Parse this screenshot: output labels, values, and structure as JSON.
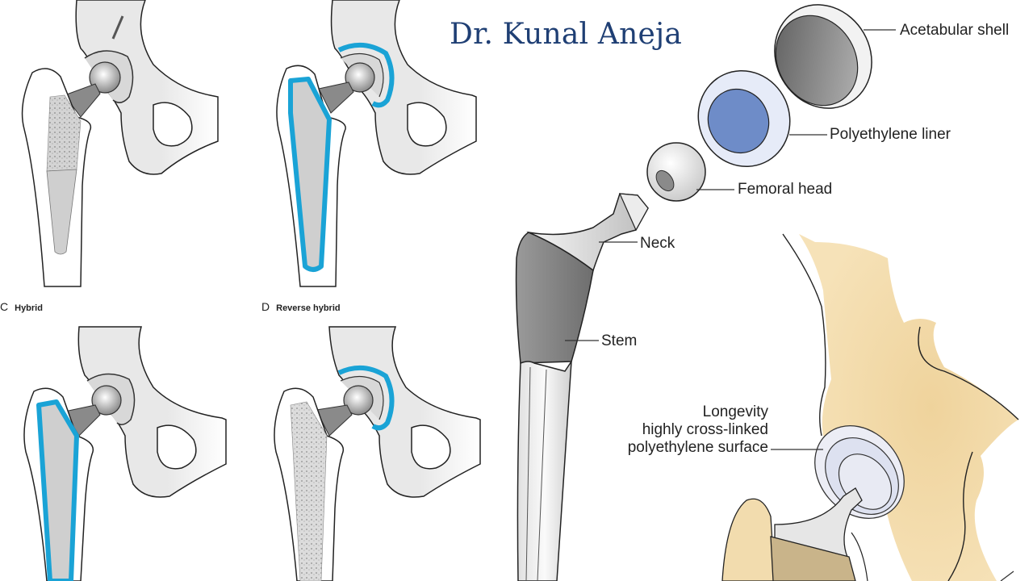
{
  "header": {
    "title": "Dr. Kunal Aneja"
  },
  "left_figure": {
    "panels": [
      {
        "id": "A",
        "letter": "",
        "label": "",
        "type": "uncemented"
      },
      {
        "id": "B",
        "letter": "",
        "label": "",
        "type": "cemented"
      },
      {
        "id": "C",
        "letter": "C",
        "label": "Hybrid",
        "type": "hybrid"
      },
      {
        "id": "D",
        "letter": "D",
        "label": "Reverse hybrid",
        "type": "reverse-hybrid"
      }
    ]
  },
  "right_figure": {
    "callouts": {
      "acetabular_shell": "Acetabular shell",
      "polyethylene_liner": "Polyethylene liner",
      "femoral_head": "Femoral head",
      "neck": "Neck",
      "stem": "Stem",
      "surface_line1": "Longevity",
      "surface_line2": "highly cross-linked",
      "surface_line3": "polyethylene surface"
    }
  },
  "colors": {
    "title": "#1f3f74",
    "cement_blue": "#1aa3d6",
    "bone_gray": "#e6e6e6",
    "pelvis_tan": "#f2dcae",
    "liner_blue": "#6e8cc8",
    "shell_gray": "#7a7a7a"
  }
}
